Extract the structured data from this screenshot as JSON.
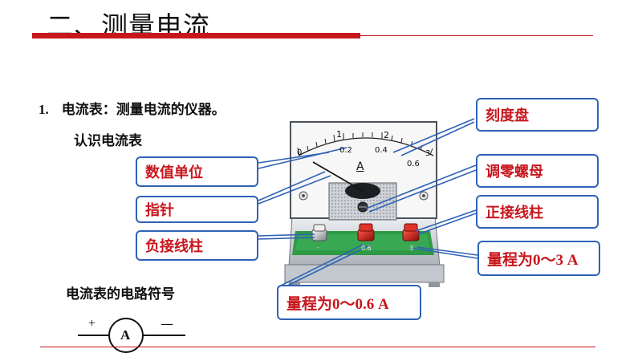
{
  "title": "二、测量电流",
  "item1": {
    "number": "1.",
    "text": "电流表：测量电流的仪器。"
  },
  "subtitle": "认识电流表",
  "symbol_title": "电流表的电路符号",
  "symbol": {
    "plus": "+",
    "minus": "—",
    "letter": "A"
  },
  "meter": {
    "scale_top": [
      "1",
      "2"
    ],
    "scale_top_ends": [
      "0",
      "3"
    ],
    "scale_bottom": [
      "0.2",
      "0.4",
      "0.6"
    ],
    "unit": "A",
    "terminal_labels": [
      "-",
      "0.6",
      "3"
    ]
  },
  "callouts": {
    "dial": "刻度盘",
    "units": "数值单位",
    "zero": "调零螺母",
    "pointer": "指针",
    "positive": "正接线柱",
    "negative": "负接线柱",
    "range3": "量程为0～3 A",
    "range06": "量程为0～0.6 A"
  },
  "colors": {
    "accent": "#c8161d",
    "callout_border": "#2f62b5",
    "meter_green": "#2e9a46"
  }
}
